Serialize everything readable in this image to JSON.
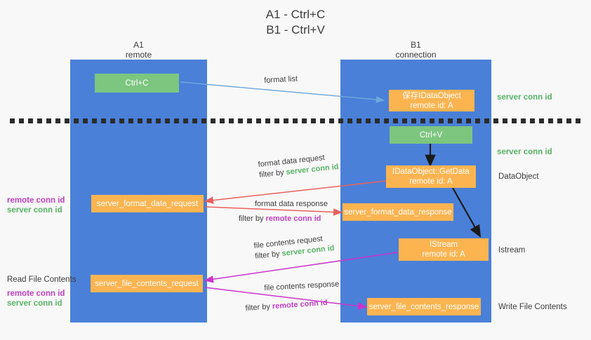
{
  "diagram": {
    "title_line1": "A1 - Ctrl+C",
    "title_line2": "B1 - Ctrl+V",
    "background": "#f8f8f8",
    "colors": {
      "lane": "#4a80d8",
      "green_box": "#7cc67f",
      "orange_box": "#fcb450",
      "server_conn_id": "#57b365",
      "remote_conn_id": "#c13fc1",
      "red_arrow": "#e8615c",
      "magenta_arrow": "#cc33cc",
      "blue_arrow": "#6fa8dc",
      "black_arrow": "#1a1a1a",
      "divider": "#2b2b2b"
    }
  },
  "columns": [
    {
      "name": "A1",
      "subtitle": "remote"
    },
    {
      "name": "B1",
      "subtitle": "connection"
    }
  ],
  "boxes": {
    "ctrl_c": {
      "line1": "Ctrl+C",
      "line2": ""
    },
    "save_idataobject": {
      "line1": "保存IDataObject",
      "line2": "remote id: A"
    },
    "ctrl_v": {
      "line1": "Ctrl+V",
      "line2": ""
    },
    "getdata": {
      "line1": "IDataObject::GetData",
      "line2": "remote id: A"
    },
    "istream": {
      "line1": "IStream",
      "line2": "remote id: A"
    },
    "server_format_data_request": {
      "line1": "server_format_data_request",
      "line2": ""
    },
    "server_format_data_response": {
      "line1": "server_format_data_response",
      "line2": ""
    },
    "server_file_contents_request": {
      "line1": "server_file_contents_request",
      "line2": ""
    },
    "server_file_contents_response": {
      "line1": "server_file_contents_response",
      "line2": ""
    }
  },
  "right_notes": {
    "n1": "server conn id",
    "n2": "server conn id",
    "n3": "DataObject",
    "n4": "Istream",
    "n5": "Write File Contents"
  },
  "left_notes": {
    "remote_1": "remote conn id",
    "server_1": "server conn id",
    "read_file_contents": "Read File Contents",
    "remote_2": "remote conn id",
    "server_2": "server conn id"
  },
  "edge_labels": {
    "format_list": "format list",
    "format_data_request": "format data request",
    "format_data_request_filter_prefix": "filter by ",
    "format_data_request_filter_value": "server conn id",
    "format_data_response": "format data response",
    "format_data_response_filter_prefix": "filter by ",
    "format_data_response_filter_value": "remote conn id",
    "file_contents_request": "file contents request",
    "file_contents_request_filter_prefix": "filter by ",
    "file_contents_request_filter_value": "server conn id",
    "file_contents_response": "file contents response",
    "file_contents_response_filter_prefix": "filter by ",
    "file_contents_response_filter_value": "remote conn id"
  }
}
